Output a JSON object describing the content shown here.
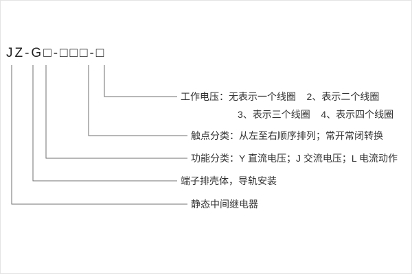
{
  "diagram": {
    "model_code": "JZ-G□-□□□-□",
    "labels": {
      "working_voltage_line1": "工作电压：无表示一个线圈    2、表示二个线圈",
      "working_voltage_line2": "3、表示三个线圈    4、表示四个线圈",
      "contact_classification": "触点分类：从左至右顺序排列；常开常闭转换",
      "function_classification": "功能分类：Y 直流电压；J 交流电压；L 电流动作",
      "housing": "端子排壳体，导轨安装",
      "relay_type": "静态中间继电器"
    }
  }
}
